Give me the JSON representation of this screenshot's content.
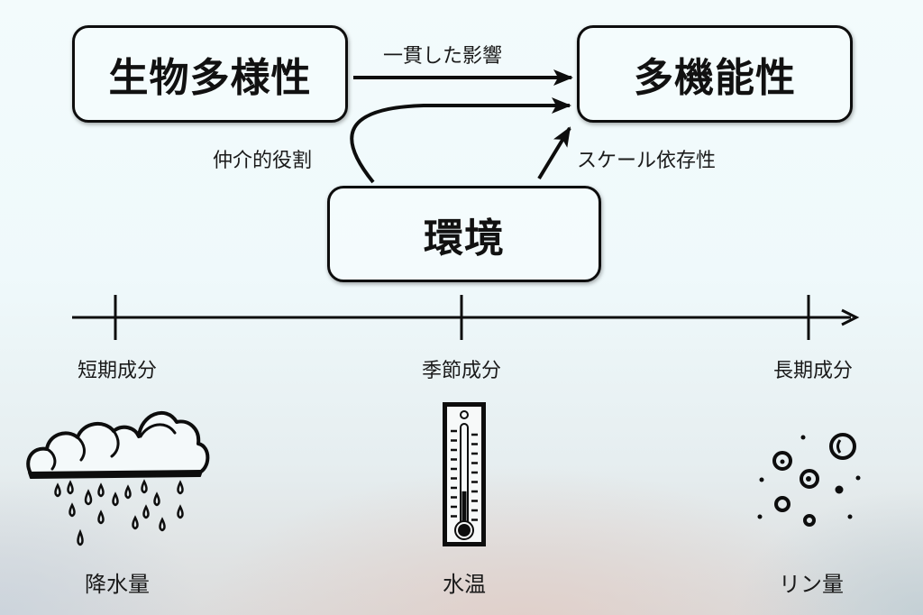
{
  "nodes": {
    "biodiversity": "生物多様性",
    "multifunctionality": "多機能性",
    "environment": "環境"
  },
  "edges": [
    {
      "from": "biodiversity",
      "to": "multifunctionality",
      "label": "一貫した影響"
    },
    {
      "from": "environment",
      "to": "multifunctionality",
      "label": "仲介的役割",
      "via": "biodiversity-path"
    },
    {
      "from": "environment",
      "to": "multifunctionality",
      "label": "スケール依存性"
    }
  ],
  "timeline": {
    "ticks": [
      {
        "label": "短期成分",
        "icon": "rain-cloud-icon",
        "variable": "降水量"
      },
      {
        "label": "季節成分",
        "icon": "thermometer-icon",
        "variable": "水温"
      },
      {
        "label": "長期成分",
        "icon": "phosphorus-particles-icon",
        "variable": "リン量"
      }
    ]
  },
  "thermometer_level": 0.35
}
